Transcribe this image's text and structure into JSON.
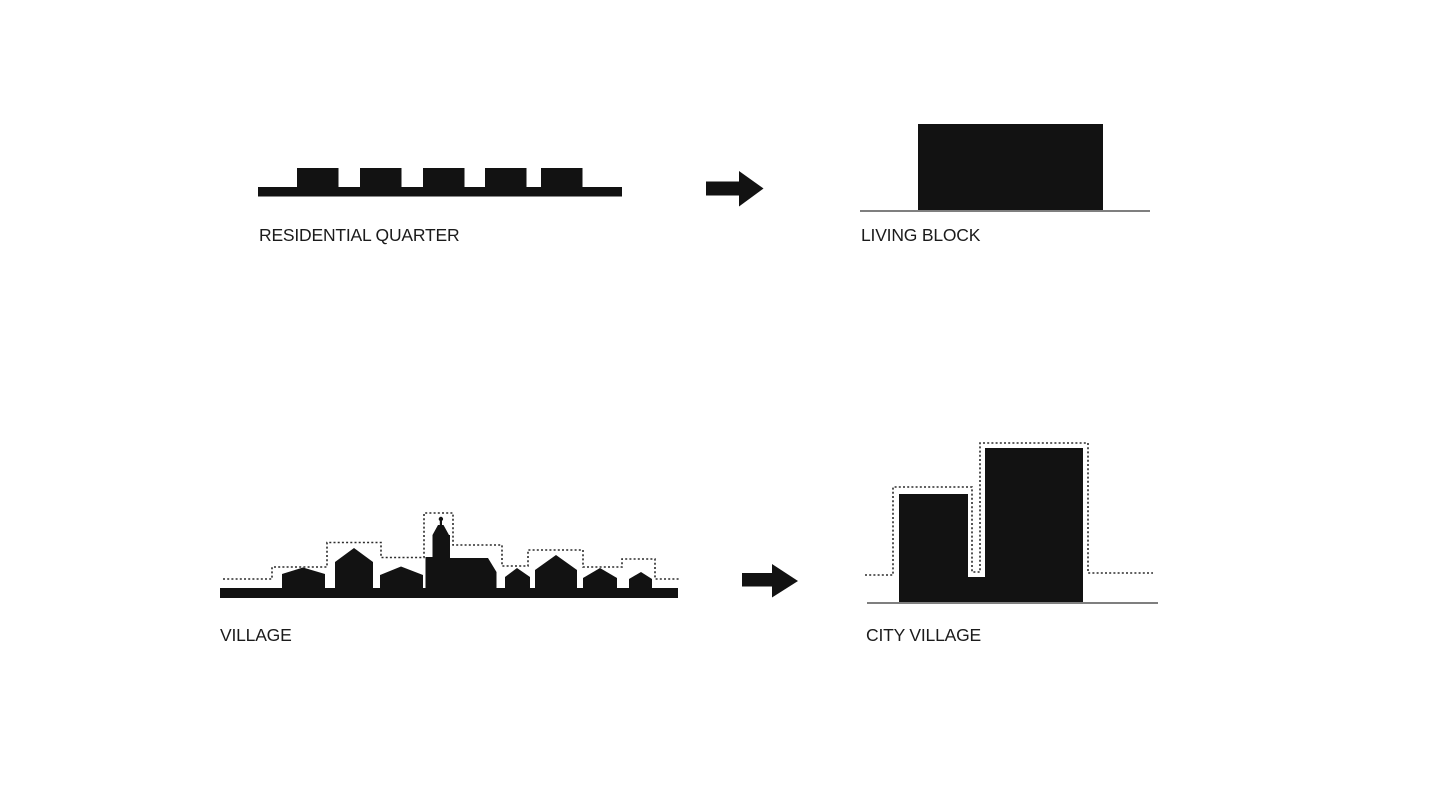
{
  "colors": {
    "background": "#ffffff",
    "ink": "#121212",
    "ground_line": "#7f7f7f",
    "dotted_outline": "#2b2b2b",
    "label_text": "#1b1b1b"
  },
  "rows": [
    {
      "before": {
        "label": "RESIDENTIAL QUARTER",
        "icon": "residential-quarter-strip-icon"
      },
      "arrow": {
        "icon": "arrow-right-icon"
      },
      "after": {
        "label": "LIVING BLOCK",
        "icon": "living-block-icon"
      }
    },
    {
      "before": {
        "label": "VILLAGE",
        "icon": "village-skyline-icon"
      },
      "arrow": {
        "icon": "arrow-right-icon"
      },
      "after": {
        "label": "CITY VILLAGE",
        "icon": "city-village-towers-icon"
      }
    }
  ]
}
